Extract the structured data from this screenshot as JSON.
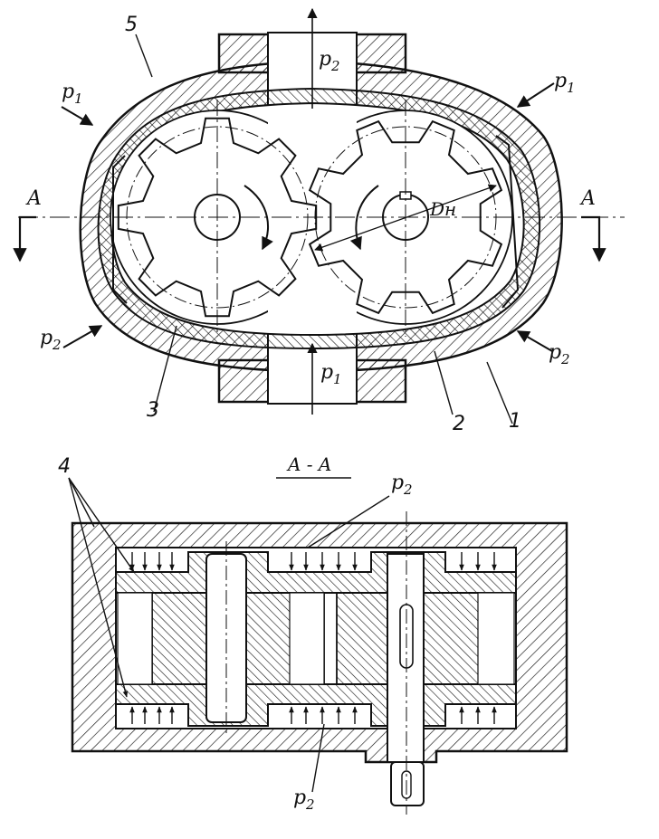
{
  "upper_view": {
    "section_letter": "A",
    "pressure_low_base": "p",
    "pressure_low_sub": "1",
    "pressure_high_base": "p",
    "pressure_high_sub": "2",
    "diameter_label": "Dн",
    "callout_1": "1",
    "callout_2": "2",
    "callout_3": "3",
    "callout_5": "5"
  },
  "lower_view": {
    "section_title": "A - A",
    "callout_4": "4",
    "pressure_high_base": "p",
    "pressure_high_sub": "2"
  },
  "colors": {
    "ink": "#111111",
    "paper": "#ffffff"
  }
}
